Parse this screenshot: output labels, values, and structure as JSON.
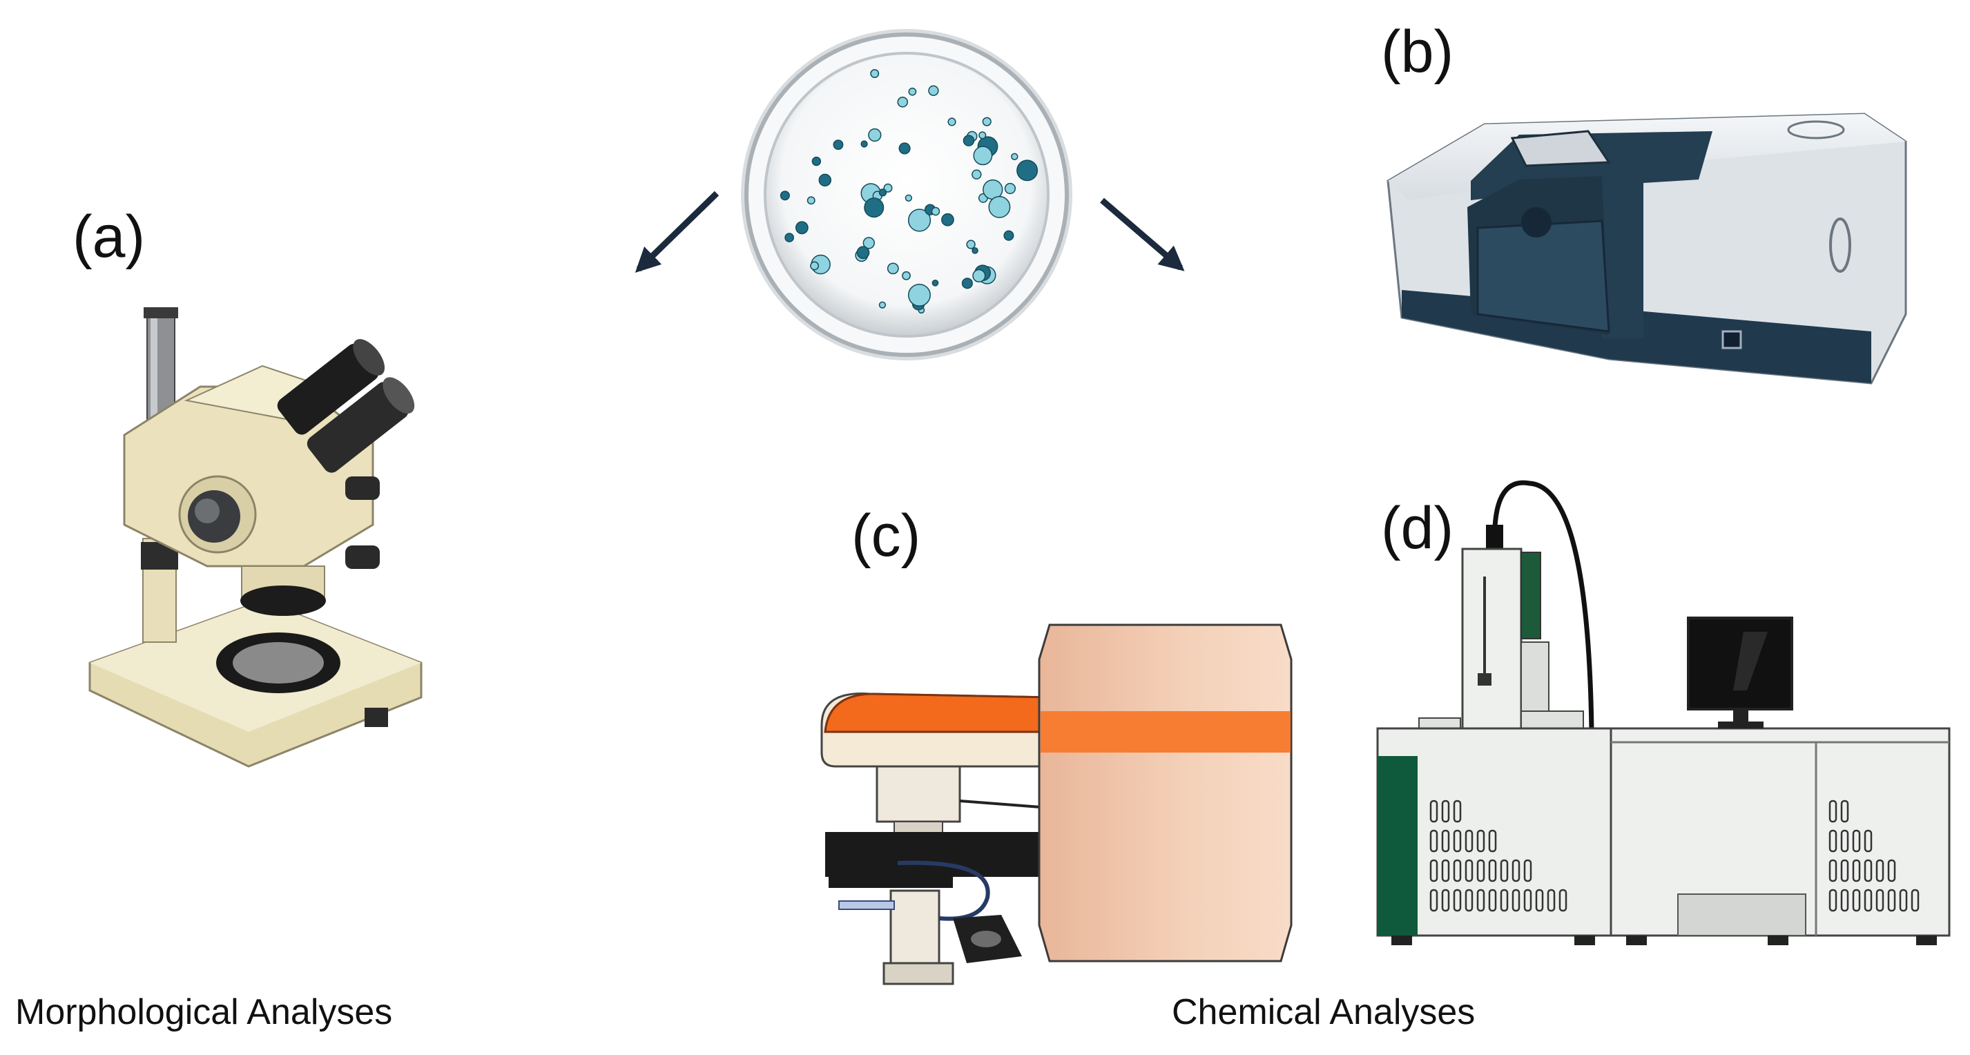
{
  "panels": {
    "a": {
      "label": "(a)"
    },
    "b": {
      "label": "(b)"
    },
    "c": {
      "label": "(c)"
    },
    "d": {
      "label": "(d)"
    }
  },
  "captions": {
    "left": "Morphological Analyses",
    "right": "Chemical Analyses"
  },
  "colors": {
    "arrow": "#1b2a3d",
    "colony_dark": "#1f6e86",
    "colony_light": "#8fd3e0",
    "microscope_body": "#ece4c2",
    "spectrometer_dark": "#20394d",
    "raman_orange": "#f36a1c",
    "raman_box": "#f2c9ad",
    "sem_green": "#0f5a3c"
  },
  "icons": [
    "petri-dish-icon",
    "stereo-microscope-icon",
    "spectrometer-icon",
    "raman-microscope-icon",
    "sem-instrument-icon",
    "arrow-down-left-icon",
    "arrow-down-right-icon"
  ]
}
